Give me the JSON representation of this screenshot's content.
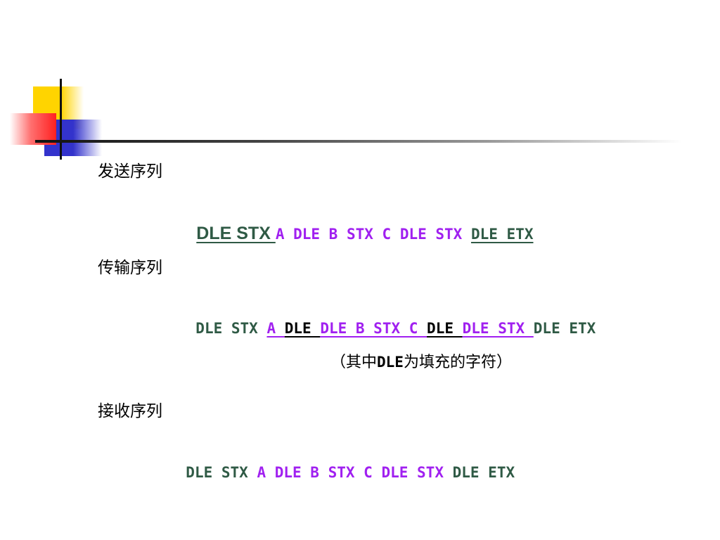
{
  "send": {
    "label": "发送序列",
    "t1": "DLE STX ",
    "t2": "A DLE B STX C DLE STX ",
    "t3": "DLE ETX"
  },
  "transmit": {
    "label": "传输序列",
    "t1": "DLE STX ",
    "t2": "A ",
    "t3": "DLE ",
    "t4": "DLE B STX C ",
    "t5": "DLE ",
    "t6": "DLE STX ",
    "t7": "DLE ETX"
  },
  "note": {
    "open": "（其中",
    "dle": "DLE",
    "rest": "为填充的字符）"
  },
  "receive": {
    "label": "接收序列",
    "t1": "DLE STX ",
    "t2": "A DLE B STX C DLE STX ",
    "t3": "DLE ETX"
  },
  "colors": {
    "green": "#2f5a45",
    "purple": "#a020f0",
    "black": "#000000",
    "yellow": "#ffd400",
    "blue": "#3333cc",
    "red": "#ff2020"
  }
}
